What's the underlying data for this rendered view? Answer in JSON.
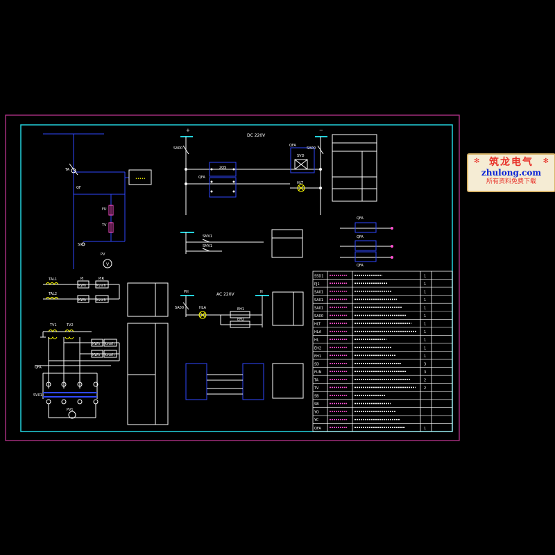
{
  "diagram": {
    "dc_label": "DC 220V",
    "ac_label": "AC 220V",
    "plus": "+",
    "minus": "−",
    "N": "N",
    "dc_left_switch": "SA00",
    "dc_right_switch": "SA00",
    "qfa_top": "QFA",
    "qfa_left": "QFA",
    "hlt": "HLT",
    "svd": "SVD",
    "switch_2qs": "2QS",
    "bus_labels": [
      "SMV1",
      "SMV1"
    ],
    "ac_switch": "SA00",
    "ac_pn": "PH",
    "ac_lamp": "HLA",
    "heaters": [
      "EH1",
      "EH2"
    ],
    "left_labels": {
      "ta": "TA",
      "sv": "SV",
      "fu": "FU",
      "pv": "PV",
      "tv": "TV",
      "qf": "QF"
    },
    "left_box_text": "•••••",
    "tal": [
      "TAL1",
      "TAL2"
    ],
    "tv": [
      "TV1",
      "TV2"
    ],
    "meter_labels": {
      "kwh": "KWh",
      "kvarh": "kvarh",
      "pj": "PJ",
      "pjr": "PJR"
    },
    "lower_left_labels": {
      "qfa": "QFA",
      "sv": "SV01",
      "pv": "PV1"
    },
    "small_switches": [
      "QFA",
      "QFA",
      "QFA"
    ]
  },
  "table": {
    "rows": [
      {
        "code": "SSD1",
        "qty": "1",
        "note": ""
      },
      {
        "code": "PJ1",
        "qty": "1",
        "note": ""
      },
      {
        "code": "SA01",
        "qty": "1",
        "note": ""
      },
      {
        "code": "SA01",
        "qty": "1",
        "note": ""
      },
      {
        "code": "SA01",
        "qty": "1",
        "note": ""
      },
      {
        "code": "SA00",
        "qty": "1",
        "note": ""
      },
      {
        "code": "HLT",
        "qty": "1",
        "note": ""
      },
      {
        "code": "HLA",
        "qty": "1",
        "note": ""
      },
      {
        "code": "HL",
        "qty": "1",
        "note": ""
      },
      {
        "code": "EH2",
        "qty": "1",
        "note": ""
      },
      {
        "code": "EH1",
        "qty": "1",
        "note": ""
      },
      {
        "code": "SD",
        "qty": "3",
        "note": ""
      },
      {
        "code": "FUN",
        "qty": "3",
        "note": ""
      },
      {
        "code": "TA",
        "qty": "2",
        "note": ""
      },
      {
        "code": "TV",
        "qty": "2",
        "note": ""
      },
      {
        "code": "SB",
        "qty": "",
        "note": ""
      },
      {
        "code": "SB",
        "qty": "",
        "note": ""
      },
      {
        "code": "YO",
        "qty": "",
        "note": ""
      },
      {
        "code": "YC",
        "qty": "",
        "note": ""
      },
      {
        "code": "QFA",
        "qty": "1",
        "note": ""
      }
    ]
  },
  "logo": {
    "line1": "筑龙电气",
    "line2": "zhulong.com",
    "line3": "所有资料免费下载",
    "star": "✻"
  }
}
